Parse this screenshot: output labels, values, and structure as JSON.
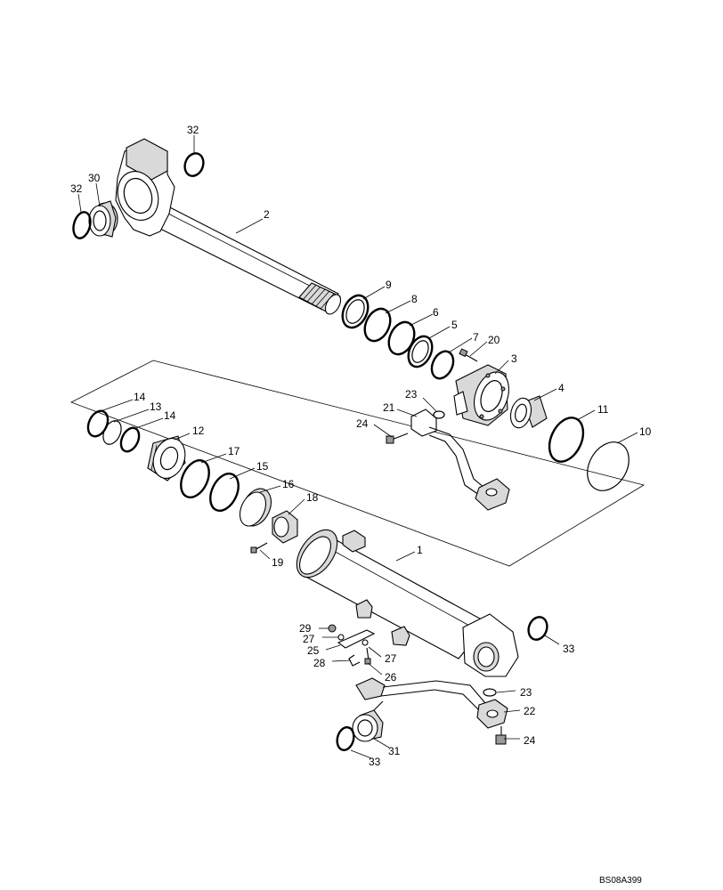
{
  "figure_code": "BS08A399",
  "callouts": {
    "c1": "1",
    "c2": "2",
    "c3": "3",
    "c4": "4",
    "c5": "5",
    "c6": "6",
    "c7": "7",
    "c8": "8",
    "c9": "9",
    "c10": "10",
    "c11": "11",
    "c12": "12",
    "c13": "13",
    "c14a": "14",
    "c14b": "14",
    "c15": "15",
    "c16": "16",
    "c17": "17",
    "c18": "18",
    "c19": "19",
    "c20": "20",
    "c21": "21",
    "c22": "22",
    "c23a": "23",
    "c23b": "23",
    "c24a": "24",
    "c24b": "24",
    "c25": "25",
    "c26": "26",
    "c27a": "27",
    "c27b": "27",
    "c28": "28",
    "c29": "29",
    "c30": "30",
    "c31": "31",
    "c32a": "32",
    "c32b": "32",
    "c33a": "33",
    "c33b": "33"
  }
}
